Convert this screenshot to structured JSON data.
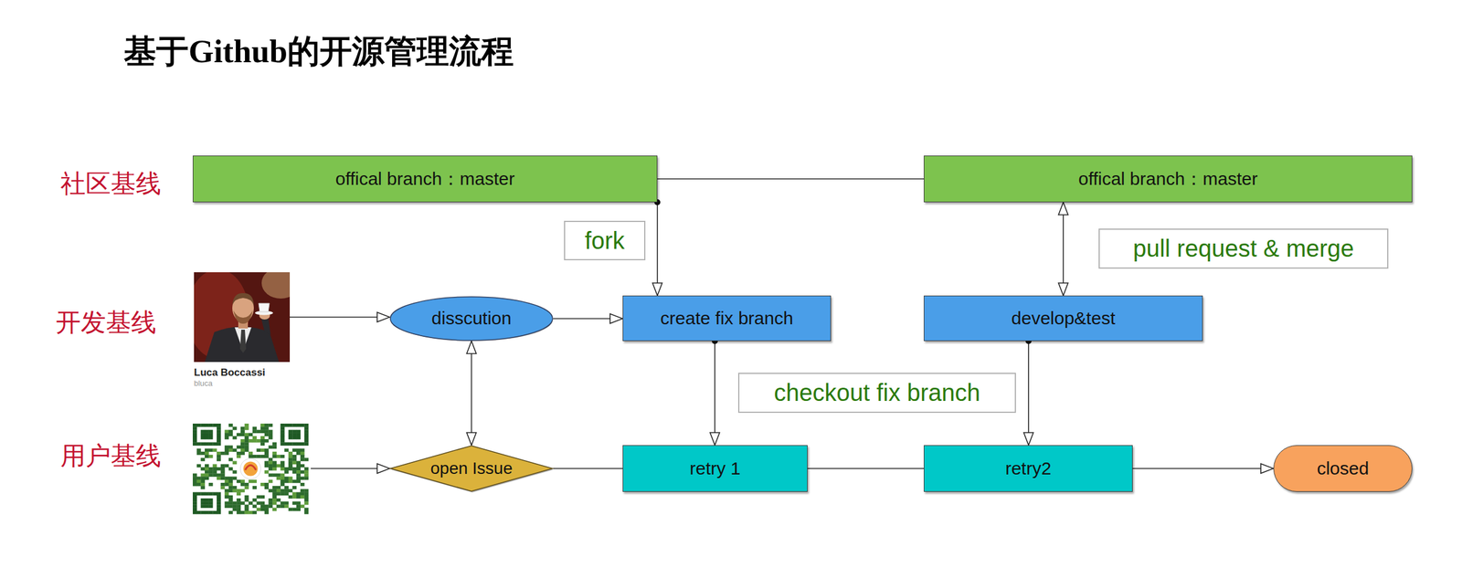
{
  "diagram": {
    "title": "基于Github的开源管理流程",
    "nodes": [
      {
        "text": [
          "offical branch：master"
        ]
      },
      {
        "text": [
          "offical branch：master"
        ]
      },
      {
        "text": [
          "Luca Boccassi",
          "bluca"
        ]
      },
      {
        "text": [
          "disscution"
        ]
      },
      {
        "text": [
          "create fix branch"
        ]
      },
      {
        "text": [
          "develop&test"
        ]
      },
      {
        "text": [
          "open Issue"
        ]
      },
      {
        "text": [
          "retry 1"
        ]
      },
      {
        "text": [
          "retry2"
        ]
      },
      {
        "text": [
          "closed"
        ]
      }
    ],
    "edges": [
      {
        "from": 0,
        "to": 1,
        "arrow": "none"
      },
      {
        "from": 0,
        "to": 4,
        "arrow": "to",
        "label": "fork"
      },
      {
        "from": 1,
        "to": 5,
        "arrow": "both",
        "label": "pull request & merge"
      },
      {
        "from": 2,
        "to": 3,
        "arrow": "to"
      },
      {
        "from": 3,
        "to": 4,
        "arrow": "to"
      },
      {
        "from": 3,
        "to": 6,
        "arrow": "both"
      },
      {
        "from": 4,
        "to": 7,
        "arrow": "to"
      },
      {
        "from": 5,
        "to": 8,
        "arrow": "to"
      },
      {
        "from": 6,
        "to": 7,
        "arrow": "none"
      },
      {
        "from": 7,
        "to": 8,
        "arrow": "none"
      },
      {
        "from": 8,
        "to": 9,
        "arrow": "to"
      }
    ],
    "labels": [
      "社区基线",
      "开发基线",
      "用户基线",
      "checkout fix branch"
    ]
  }
}
